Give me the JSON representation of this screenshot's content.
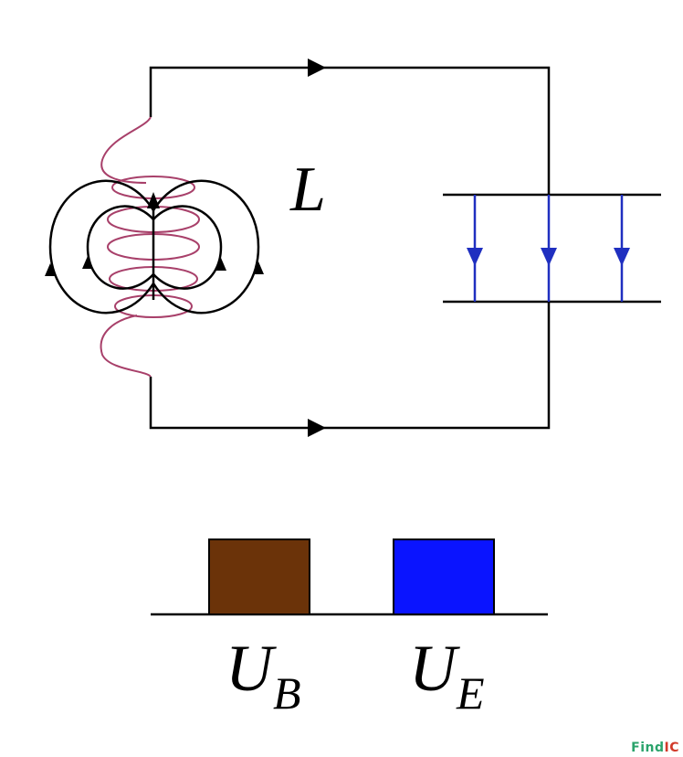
{
  "diagram": {
    "inductor_label": "L",
    "energy_bars": [
      {
        "symbol": "U",
        "subscript": "B",
        "level": 1.0,
        "color": "#6b3309"
      },
      {
        "symbol": "U",
        "subscript": "E",
        "level": 1.0,
        "color": "#0a14ff"
      }
    ],
    "colors": {
      "wire": "#000000",
      "coil": "#a8406a",
      "magnetic_field": "#000000",
      "electric_field": "#1f2fc0"
    }
  },
  "watermark": {
    "part1": "Find",
    "part2": "IC"
  }
}
